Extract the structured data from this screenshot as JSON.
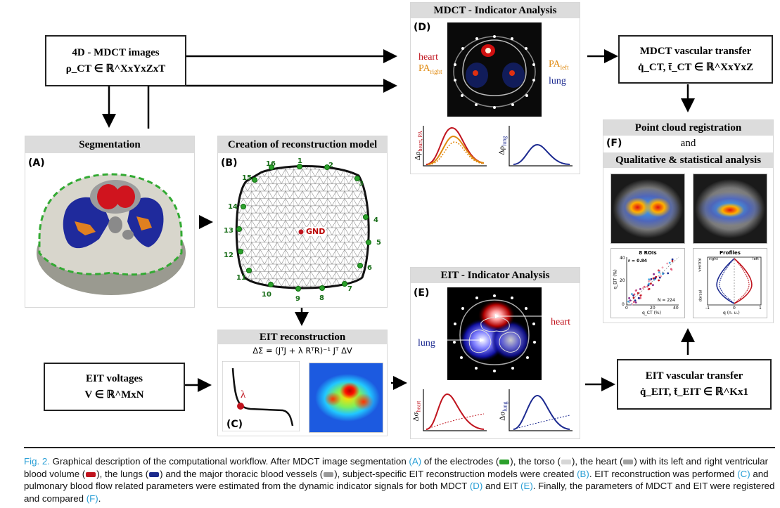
{
  "boxes": {
    "mdct_images": {
      "title": "4D - MDCT images",
      "formula": "ρ_CT ∈ ℝ^XxYxZxT"
    },
    "eit_voltages": {
      "title": "EIT voltages",
      "formula": "V ∈ ℝ^MxN"
    },
    "mdct_vascular": {
      "title": "MDCT vascular transfer",
      "formula": "q̇_CT, t̄_CT ∈ ℝ^XxYxZ"
    },
    "eit_vascular": {
      "title": "EIT vascular transfer",
      "formula": "q̇_EIT, t̄_EIT ∈ ℝ^Kx1"
    }
  },
  "panels": {
    "segmentation": {
      "title": "Segmentation",
      "letter": "(A)"
    },
    "reconstruction_model": {
      "title": "Creation of reconstruction model",
      "letter": "(B)",
      "gnd": "GND",
      "electrodes": [
        "1",
        "2",
        "3",
        "4",
        "5",
        "6",
        "7",
        "8",
        "9",
        "10",
        "11",
        "12",
        "13",
        "14",
        "15",
        "16"
      ]
    },
    "eit_reconstruction": {
      "title": "EIT reconstruction",
      "letter": "(C)",
      "equation": "ΔΣ = (JᵀJ + λ RᵀR)⁻¹ Jᵀ ΔV",
      "lambda": "λ"
    },
    "mdct_indicator": {
      "title": "MDCT - Indicator Analysis",
      "letter": "(D)",
      "labels": {
        "heart": "heart",
        "pa_right": "PA",
        "pa_right_sub": "right",
        "pa_left": "PA",
        "pa_left_sub": "left",
        "lung": "lung"
      },
      "ylabel_left": "Δρ",
      "ylabel_left_sub": "heart, PA",
      "ylabel_right": "Δρ",
      "ylabel_right_sub": "lung"
    },
    "eit_indicator": {
      "title": "EIT - Indicator Analysis",
      "letter": "(E)",
      "labels": {
        "heart": "heart",
        "lung": "lung"
      },
      "ylabel_left": "Δσ",
      "ylabel_left_sub": "heart",
      "ylabel_right": "Δσ",
      "ylabel_right_sub": "lung"
    },
    "registration": {
      "title": "Point cloud registration",
      "and": "and",
      "letter": "(F)",
      "subtitle": "Qualitative & statistical analysis",
      "scatter": {
        "title": "8 ROIs",
        "r": "r = 0.84",
        "n": "N = 224",
        "xlabel": "q_CT (%)",
        "ylabel": "q_EIT (%)",
        "xticks": [
          "0",
          "20",
          "40"
        ],
        "yticks": [
          "0",
          "20",
          "40"
        ]
      },
      "profiles": {
        "title": "Profiles",
        "right": "right",
        "left": "left",
        "ventral": "ventral",
        "dorsal": "dorsal",
        "xlabel": "q (n. u.)",
        "xticks": [
          "-1",
          "0",
          "1"
        ]
      }
    }
  },
  "caption": {
    "fig": "Fig. 2.",
    "p1": " Graphical description of the computational workflow. After MDCT image segmentation ",
    "refA": "(A)",
    "p2": " of the electrodes (",
    "p3": "), the torso (",
    "p4": "), the heart (",
    "p5": ") with its left and right ventricular blood volume (",
    "p6": "), the lungs (",
    "p7": ") and the major thoracic blood vessels (",
    "p8": "), subject-specific EIT reconstruction models were created ",
    "refB": "(B)",
    "p9": ". EIT reconstruction was performed ",
    "refC": "(C)",
    "p10": " and pulmonary blood flow related parameters were estimated from the dynamic indicator signals for both MDCT ",
    "refD": "(D)",
    "p11": " and EIT ",
    "refE": "(E)",
    "p12": ". Finally, the parameters of MDCT and EIT were registered and compared ",
    "refF": "(F)",
    "p13": "."
  },
  "colors": {
    "electrodes": "#2ca02c",
    "torso": "#cfcfcf",
    "heart": "#a0a0a0",
    "blood": "#c0141e",
    "lungs": "#1b2a8c",
    "vessels": "#9a9a9a",
    "ref": "#2a9fd6"
  }
}
